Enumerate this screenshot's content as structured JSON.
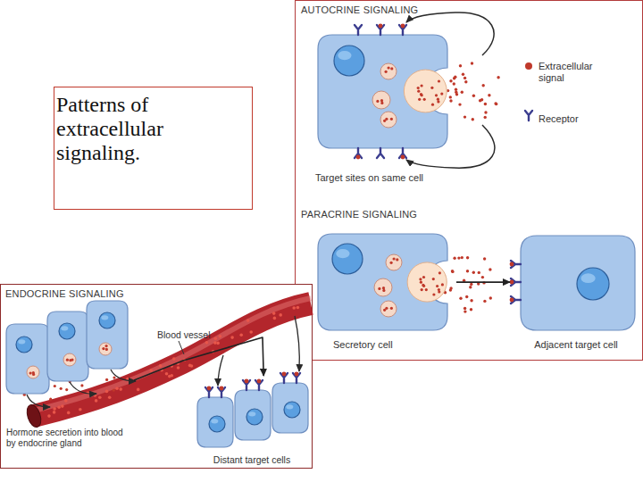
{
  "diagram": {
    "title": "Patterns of extracellular signaling.",
    "nodes": [
      {
        "text": [
          "AUTOCRINE SIGNALING"
        ]
      },
      {
        "text": [
          "Target sites on same cell"
        ],
        "in": 0
      },
      {
        "text": [
          "PARACRINE SIGNALING"
        ]
      },
      {
        "text": [
          "Secretory cell"
        ],
        "in": 2
      },
      {
        "text": [
          "Adjacent target cell"
        ],
        "in": 2
      },
      {
        "text": [
          "ENDOCRINE SIGNALING"
        ]
      },
      {
        "text": [
          "Hormone secretion into blood by endocrine gland"
        ],
        "in": 5
      },
      {
        "text": [
          "Distant target cells"
        ],
        "in": 5
      }
    ],
    "edges": [
      {
        "from": 3,
        "to": 4,
        "arrow": "to"
      },
      {
        "from": 6,
        "to": 7,
        "arrow": "to"
      }
    ],
    "labels": [
      "Blood vessel"
    ],
    "legend": [
      {
        "text": "Extracellular signal",
        "color": "#c0392b"
      },
      {
        "text": "Receptor"
      }
    ]
  }
}
